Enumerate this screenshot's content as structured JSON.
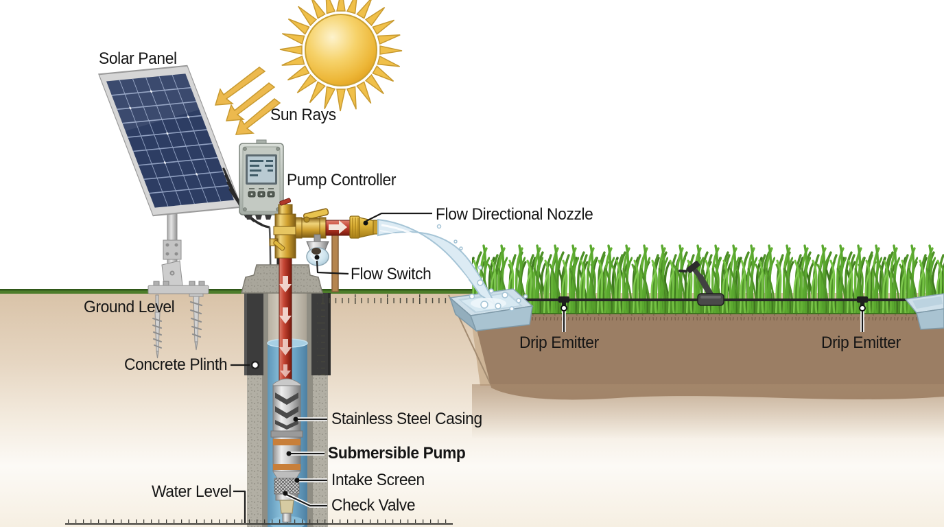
{
  "labels": {
    "solar_panel": "Solar Panel",
    "sun_rays": "Sun Rays",
    "pump_controller": "Pump Controller",
    "flow_directional_nozzle": "Flow Directional Nozzle",
    "flow_switch": "Flow Switch",
    "ground_level": "Ground Level",
    "concrete_plinth": "Concrete Plinth",
    "stainless_steel_casing": "Stainless Steel Casing",
    "submersible_pump": "Submersible Pump",
    "intake_screen": "Intake Screen",
    "check_valve": "Check Valve",
    "water_level": "Water Level",
    "drip_emitter_left": "Drip Emitter",
    "drip_emitter_right": "Drip Emitter"
  },
  "colors": {
    "sun": "#f2c14e",
    "solar_panel_cells": "#2d3d63",
    "brass": "#c9a22e",
    "pipe_red": "#b03425",
    "water": "#79aecd",
    "grass": "#5aa22e",
    "soil_light": "#d9c3a8",
    "soil_dark": "#9b7e64",
    "concrete_plinth": "#3c3c3c"
  },
  "components": [
    "sun",
    "sun-ray-arrows",
    "solar-panel",
    "panel-stand",
    "ground-anchor-screws",
    "pump-controller",
    "controller-lcd",
    "wires",
    "well-cap",
    "concrete-plinth",
    "well-casing",
    "riser-pipe",
    "brass-tee-valve",
    "ball-valve",
    "flow-directional-nozzle",
    "flow-switch",
    "support-stake",
    "water-stream",
    "collection-basin-left",
    "collection-basin-right",
    "grass-field",
    "drip-line",
    "drip-emitters",
    "drip-line-riser-valve",
    "submersible-pump",
    "stainless-steel-casing",
    "intake-screen",
    "check-valve",
    "well-water"
  ]
}
